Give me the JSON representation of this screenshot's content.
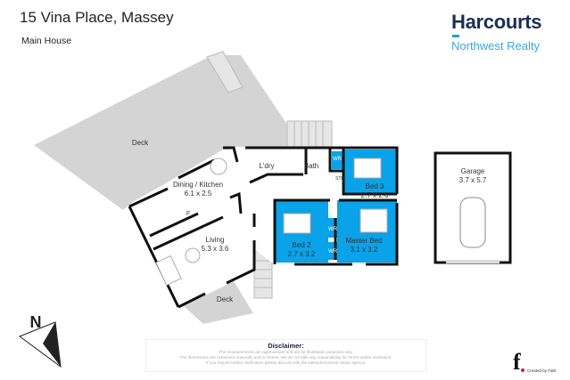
{
  "header": {
    "title": "15 Vina Place, Massey",
    "subtitle": "Main House"
  },
  "brand": {
    "name": "Harcourts",
    "office": "Northwest Realty",
    "color_navy": "#1b2f55",
    "color_blue": "#39a8dc"
  },
  "rooms": [
    {
      "name": "Deck",
      "dims": ""
    },
    {
      "name": "Dining / Kitchen",
      "dims": "6.1 x 2.5"
    },
    {
      "name": "L'dry",
      "dims": ""
    },
    {
      "name": "Bath",
      "dims": ""
    },
    {
      "name": "Bed 3",
      "dims": "2.7 x 2.6"
    },
    {
      "name": "Living",
      "dims": "5.3 x 3.6"
    },
    {
      "name": "Bed 2",
      "dims": "2.7 x 3.2"
    },
    {
      "name": "Master Bed",
      "dims": "3.1 x 3.2"
    },
    {
      "name": "Deck",
      "dims": ""
    },
    {
      "name": "Garage",
      "dims": "3.7 x 5.7"
    }
  ],
  "fixtures": {
    "wr": "WR",
    "str": "STR",
    "fridge": "F"
  },
  "bedroom_color": "#0aa2e8",
  "compass": {
    "label": "N"
  },
  "disclaimer": {
    "heading": "Disclaimer:",
    "lines": [
      "The measurements are approximate and are for illustration purposes only.",
      "The dimensions are measured internally and in metres. We do not take any responsibility for errors and/or omissions.",
      "If you require further verification please discuss with the salesperson/real estate agency."
    ]
  },
  "credit": {
    "logo": "f",
    "text": "Created by Fabl"
  }
}
